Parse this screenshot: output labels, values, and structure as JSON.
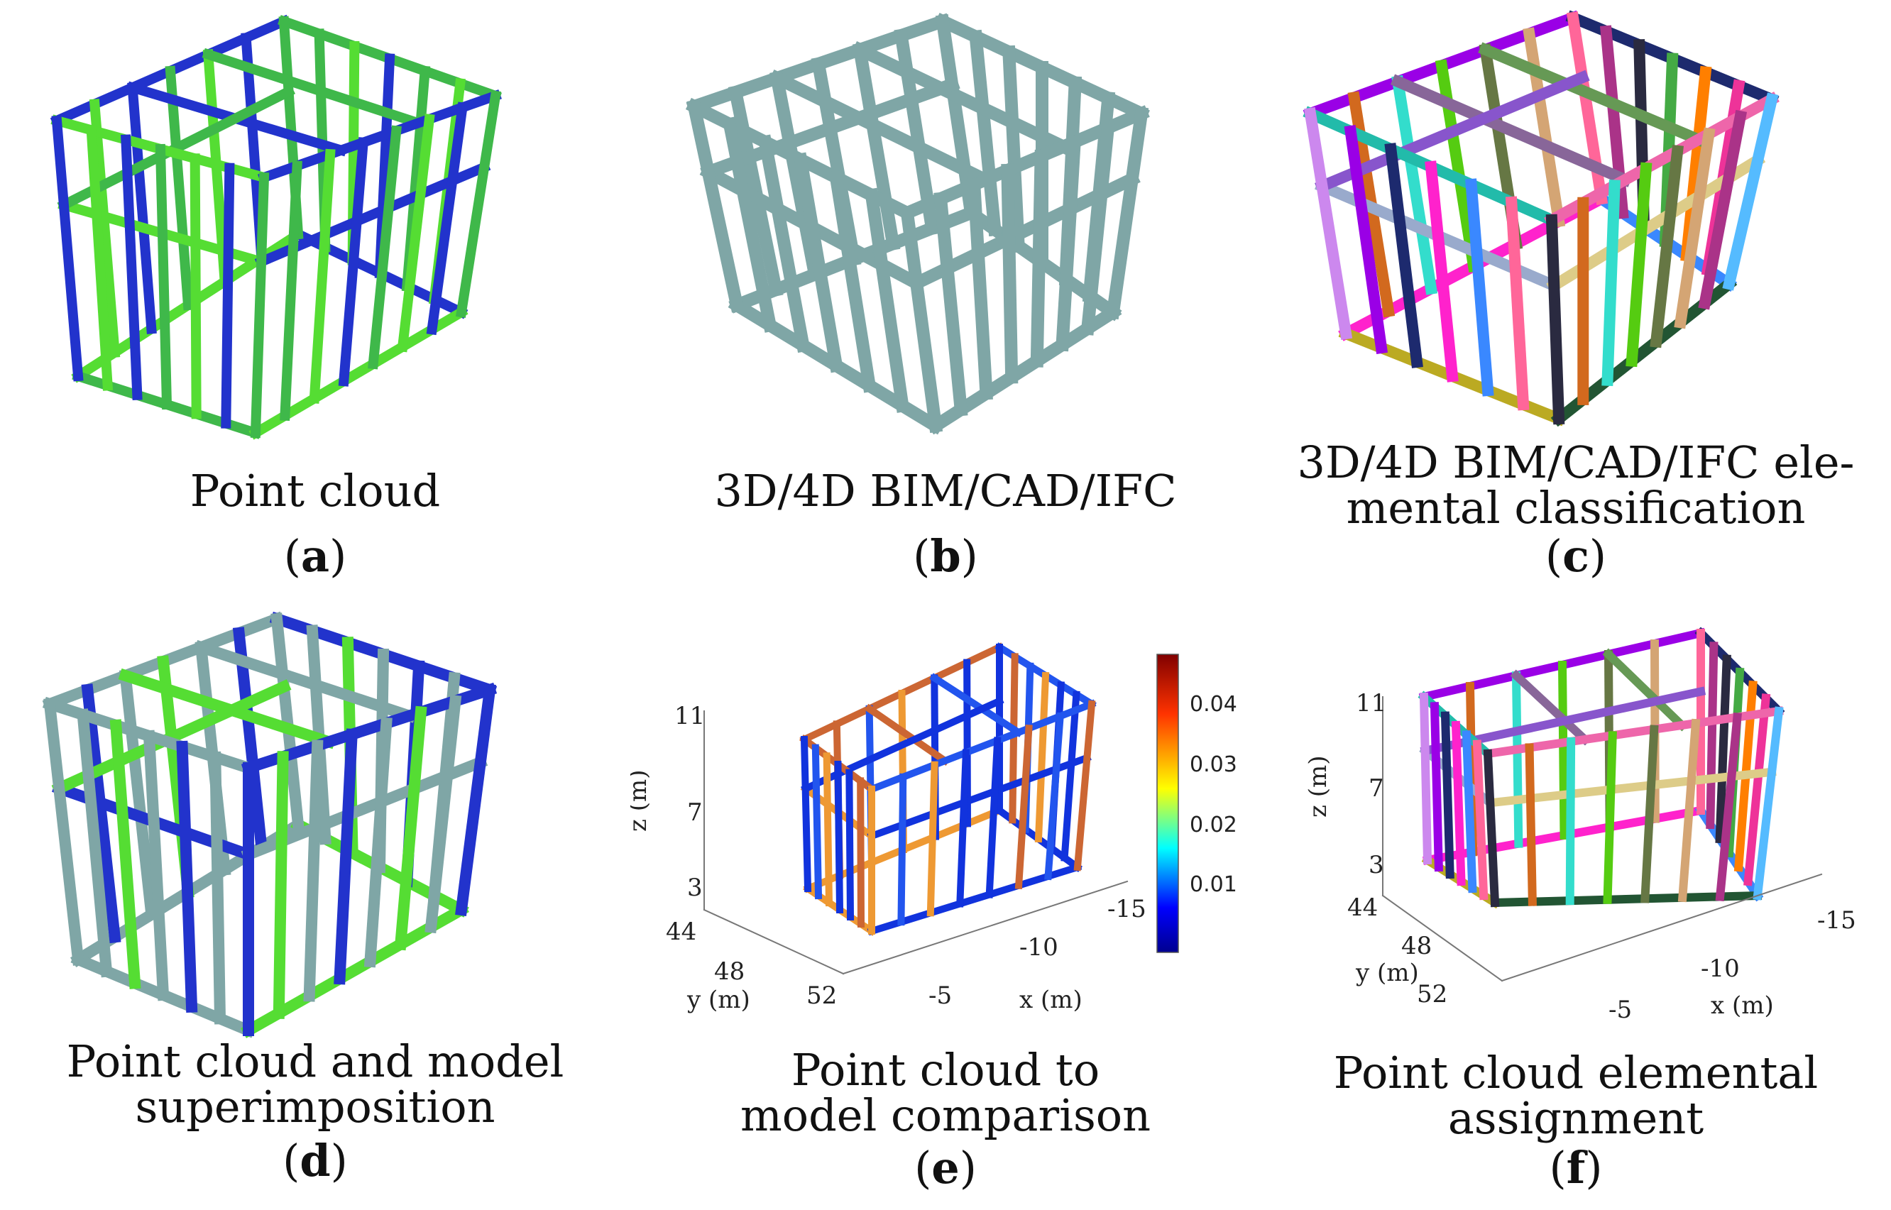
{
  "panels": [
    {
      "id": "a",
      "caption_lines": [
        "Point cloud"
      ],
      "letter": "a"
    },
    {
      "id": "b",
      "caption_lines": [
        "3D/4D BIM/CAD/IFC"
      ],
      "letter": "b"
    },
    {
      "id": "c",
      "caption_lines": [
        "3D/4D BIM/CAD/IFC ele-",
        "mental classification"
      ],
      "letter": "c"
    },
    {
      "id": "d",
      "caption_lines": [
        "Point cloud and model",
        "superimposition"
      ],
      "letter": "d"
    },
    {
      "id": "e",
      "caption_lines": [
        "Point cloud to",
        "model comparison"
      ],
      "letter": "e"
    },
    {
      "id": "f",
      "caption_lines": [
        "Point cloud elemental",
        "assignment"
      ],
      "letter": "f"
    }
  ],
  "axes": {
    "z_label": "z (m)",
    "y_label": "y (m)",
    "x_label": "x (m)",
    "z_ticks": [
      "3",
      "7",
      "11"
    ],
    "y_ticks": [
      "44",
      "48",
      "52"
    ],
    "x_ticks": [
      "-5",
      "-10",
      "-15"
    ]
  },
  "colorbar": {
    "ticks": [
      "0.01",
      "0.02",
      "0.03",
      "0.04"
    ],
    "range": [
      0.0,
      0.05
    ]
  },
  "colors": {
    "model_gray": "#7fa6a6",
    "cloud_blue": "#2233cc",
    "cloud_green": "#55dd33"
  }
}
